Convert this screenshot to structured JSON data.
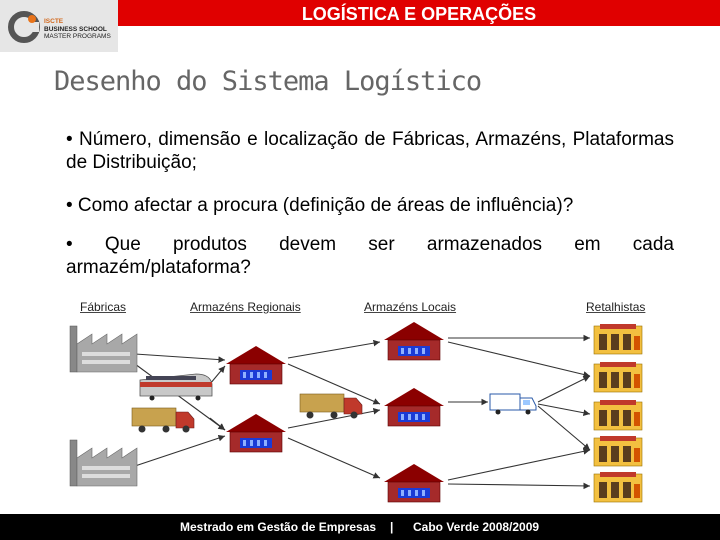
{
  "header": {
    "banner_title": "LOGÍSTICA E OPERAÇÕES",
    "logo": {
      "line1": "ISCTE",
      "line2": "BUSINESS SCHOOL",
      "line3": "MASTER PROGRAMS"
    }
  },
  "slide": {
    "title": "Desenho do Sistema Logístico",
    "bullets": [
      "• Número, dimensão e localização de Fábricas, Armazéns, Plataformas de Distribuição;",
      "• Como afectar a procura (definição de áreas de influência)?",
      "• Que produtos devem ser armazenados em cada armazém/plataforma?"
    ]
  },
  "diagram": {
    "labels": {
      "factories": "Fábricas",
      "regional": "Armazéns Regionais",
      "local": "Armazéns Locais",
      "retail": "Retalhistas"
    },
    "icons": [
      "factory-icon",
      "train-icon",
      "truck-icon",
      "warehouse-icon",
      "van-icon",
      "shop-icon"
    ]
  },
  "footer": {
    "program": "Mestrado em Gestão de Empresas",
    "separator": "|",
    "edition": "Cabo Verde 2008/2009"
  }
}
